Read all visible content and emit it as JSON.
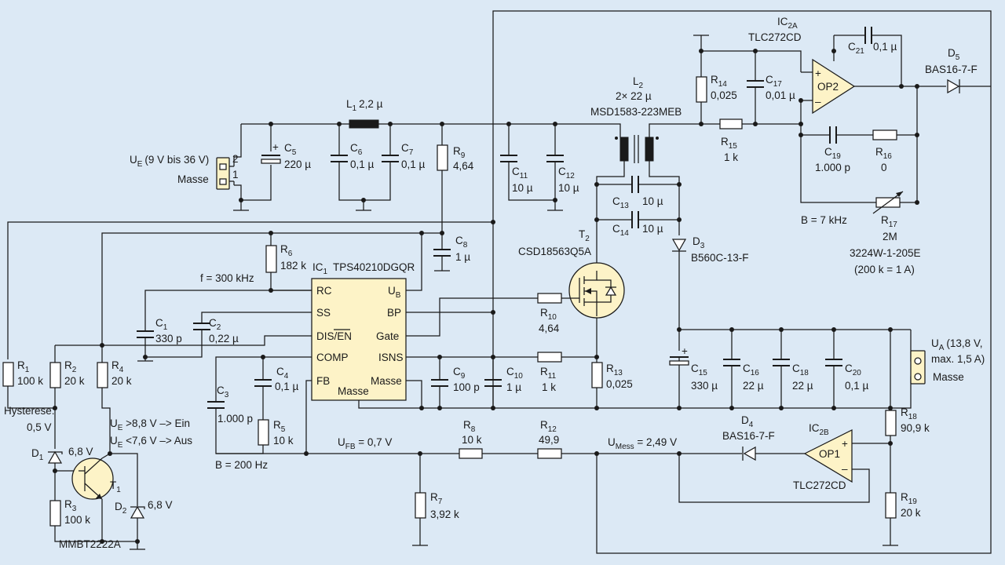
{
  "ic1": {
    "ref": "IC",
    "sub": "1",
    "part": "TPS40210DGQR",
    "pins_left": [
      "RC",
      "SS",
      "DIS/EN",
      "COMP",
      "FB"
    ],
    "pins_right": [
      "U",
      "B",
      "BP",
      "Gate",
      "ISNS",
      "Masse"
    ],
    "pin_masse": "Masse"
  },
  "ic2a": {
    "ref": "IC",
    "sub": "2A",
    "part": "TLC272CD",
    "label": "OP2"
  },
  "ic2b": {
    "ref": "IC",
    "sub": "2B",
    "part": "TLC272CD",
    "label": "OP1"
  },
  "t1": {
    "ref": "T",
    "sub": "1",
    "part": "MMBT2222A"
  },
  "t2": {
    "ref": "T",
    "sub": "2",
    "part": "CSD18563Q5A"
  },
  "l1": {
    "ref": "L",
    "sub": "1",
    "value": "2,2 µ"
  },
  "l2": {
    "ref": "L",
    "sub": "2",
    "value": "2× 22 µ",
    "part": "MSD1583-223MEB"
  },
  "d1": {
    "ref": "D",
    "sub": "1",
    "value": "6,8 V"
  },
  "d2": {
    "ref": "D",
    "sub": "2",
    "value": "6,8 V"
  },
  "d3": {
    "ref": "D",
    "sub": "3",
    "part": "B560C-13-F"
  },
  "d4": {
    "ref": "D",
    "sub": "4",
    "part": "BAS16-7-F"
  },
  "d5": {
    "ref": "D",
    "sub": "5",
    "part": "BAS16-7-F"
  },
  "resistors": {
    "r1": {
      "ref": "R",
      "sub": "1",
      "value": "100 k"
    },
    "r2": {
      "ref": "R",
      "sub": "2",
      "value": "20 k"
    },
    "r3": {
      "ref": "R",
      "sub": "3",
      "value": "100 k"
    },
    "r4": {
      "ref": "R",
      "sub": "4",
      "value": "20 k"
    },
    "r5": {
      "ref": "R",
      "sub": "5",
      "value": "10 k"
    },
    "r6": {
      "ref": "R",
      "sub": "6",
      "value": "182 k"
    },
    "r7": {
      "ref": "R",
      "sub": "7",
      "value": "3,92 k"
    },
    "r8": {
      "ref": "R",
      "sub": "8",
      "value": "10 k"
    },
    "r9": {
      "ref": "R",
      "sub": "9",
      "value": "4,64"
    },
    "r10": {
      "ref": "R",
      "sub": "10",
      "value": "4,64"
    },
    "r11": {
      "ref": "R",
      "sub": "11",
      "value": "1 k"
    },
    "r12": {
      "ref": "R",
      "sub": "12",
      "value": "49,9"
    },
    "r13": {
      "ref": "R",
      "sub": "13",
      "value": "0,025"
    },
    "r14": {
      "ref": "R",
      "sub": "14",
      "value": "0,025"
    },
    "r15": {
      "ref": "R",
      "sub": "15",
      "value": "1 k"
    },
    "r16": {
      "ref": "R",
      "sub": "16",
      "value": "0"
    },
    "r17": {
      "ref": "R",
      "sub": "17",
      "value": "2M",
      "part": "3224W-1-205E",
      "note": "(200 k = 1 A)"
    },
    "r18": {
      "ref": "R",
      "sub": "18",
      "value": "90,9 k"
    },
    "r19": {
      "ref": "R",
      "sub": "19",
      "value": "20 k"
    }
  },
  "capacitors": {
    "c1": {
      "ref": "C",
      "sub": "1",
      "value": "330 p"
    },
    "c2": {
      "ref": "C",
      "sub": "2",
      "value": "0,22 µ"
    },
    "c3": {
      "ref": "C",
      "sub": "3",
      "value": "1.000 p"
    },
    "c4": {
      "ref": "C",
      "sub": "4",
      "value": "0,1 µ"
    },
    "c5": {
      "ref": "C",
      "sub": "5",
      "value": "220 µ"
    },
    "c6": {
      "ref": "C",
      "sub": "6",
      "value": "0,1 µ"
    },
    "c7": {
      "ref": "C",
      "sub": "7",
      "value": "0,1 µ"
    },
    "c8": {
      "ref": "C",
      "sub": "8",
      "value": "1 µ"
    },
    "c9": {
      "ref": "C",
      "sub": "9",
      "value": "100 p"
    },
    "c10": {
      "ref": "C",
      "sub": "10",
      "value": "1 µ"
    },
    "c11": {
      "ref": "C",
      "sub": "11",
      "value": "10 µ"
    },
    "c12": {
      "ref": "C",
      "sub": "12",
      "value": "10 µ"
    },
    "c13": {
      "ref": "C",
      "sub": "13",
      "value": "10 µ"
    },
    "c14": {
      "ref": "C",
      "sub": "14",
      "value": "10 µ"
    },
    "c15": {
      "ref": "C",
      "sub": "15",
      "value": "330 µ"
    },
    "c16": {
      "ref": "C",
      "sub": "16",
      "value": "22 µ"
    },
    "c17": {
      "ref": "C",
      "sub": "17",
      "value": "0,01 µ"
    },
    "c18": {
      "ref": "C",
      "sub": "18",
      "value": "22 µ"
    },
    "c19": {
      "ref": "C",
      "sub": "19",
      "value": "1.000 p"
    },
    "c20": {
      "ref": "C",
      "sub": "20",
      "value": "0,1 µ"
    },
    "c21": {
      "ref": "C",
      "sub": "21",
      "value": "0,1 µ"
    }
  },
  "input": {
    "ue_main": "U",
    "ue_sub": "E",
    "ue_range": "(9 V bis 36 V)",
    "masse": "Masse",
    "pin2": "2",
    "pin1": "1"
  },
  "output": {
    "ua_main": "U",
    "ua_sub": "A",
    "ua_range": "(13,8 V,",
    "ua_range2": "max. 1,5 A)",
    "masse": "Masse"
  },
  "annotations": {
    "freq": "f = 300 kHz",
    "b200": "B = 200 Hz",
    "b7k": "B = 7 kHz",
    "hyst1": "Hysterese:",
    "hyst2": "0,5 V",
    "ein_pre": "U",
    "ein_sub": "E",
    "ein_post": " >8,8 V –> Ein",
    "aus_pre": "U",
    "aus_sub": "E",
    "aus_post": " <7,6 V –> Aus",
    "ufb_pre": "U",
    "ufb_sub": "FB",
    "ufb_post": " = 0,7 V",
    "umess_pre": "U",
    "umess_sub": "Mess",
    "umess_post": " = 2,49 V"
  },
  "signs": {
    "plus": "+",
    "minus": "–"
  }
}
